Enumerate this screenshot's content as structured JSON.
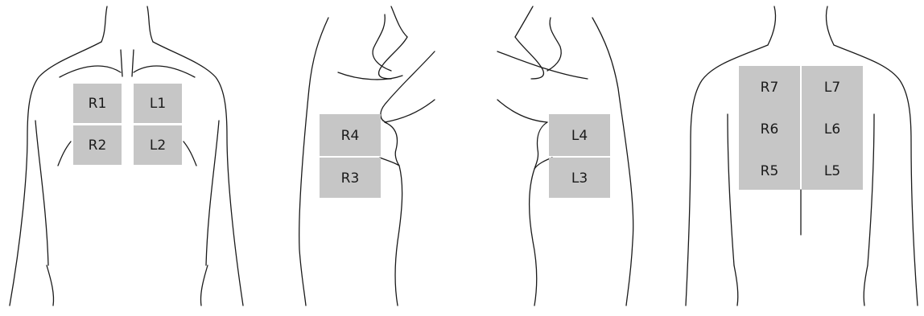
{
  "colors": {
    "zone_fill": "#c6c6c6",
    "outline": "#1a1a1a",
    "background": "#ffffff"
  },
  "views": {
    "front": {
      "zones": [
        {
          "label": "R1"
        },
        {
          "label": "L1"
        },
        {
          "label": "R2"
        },
        {
          "label": "L2"
        }
      ]
    },
    "right_side": {
      "zones": [
        {
          "label": "R4"
        },
        {
          "label": "R3"
        }
      ]
    },
    "left_side": {
      "zones": [
        {
          "label": "L4"
        },
        {
          "label": "L3"
        }
      ]
    },
    "back": {
      "zones": [
        {
          "label": "R7"
        },
        {
          "label": "L7"
        },
        {
          "label": "R6"
        },
        {
          "label": "L6"
        },
        {
          "label": "R5"
        },
        {
          "label": "L5"
        }
      ]
    }
  }
}
